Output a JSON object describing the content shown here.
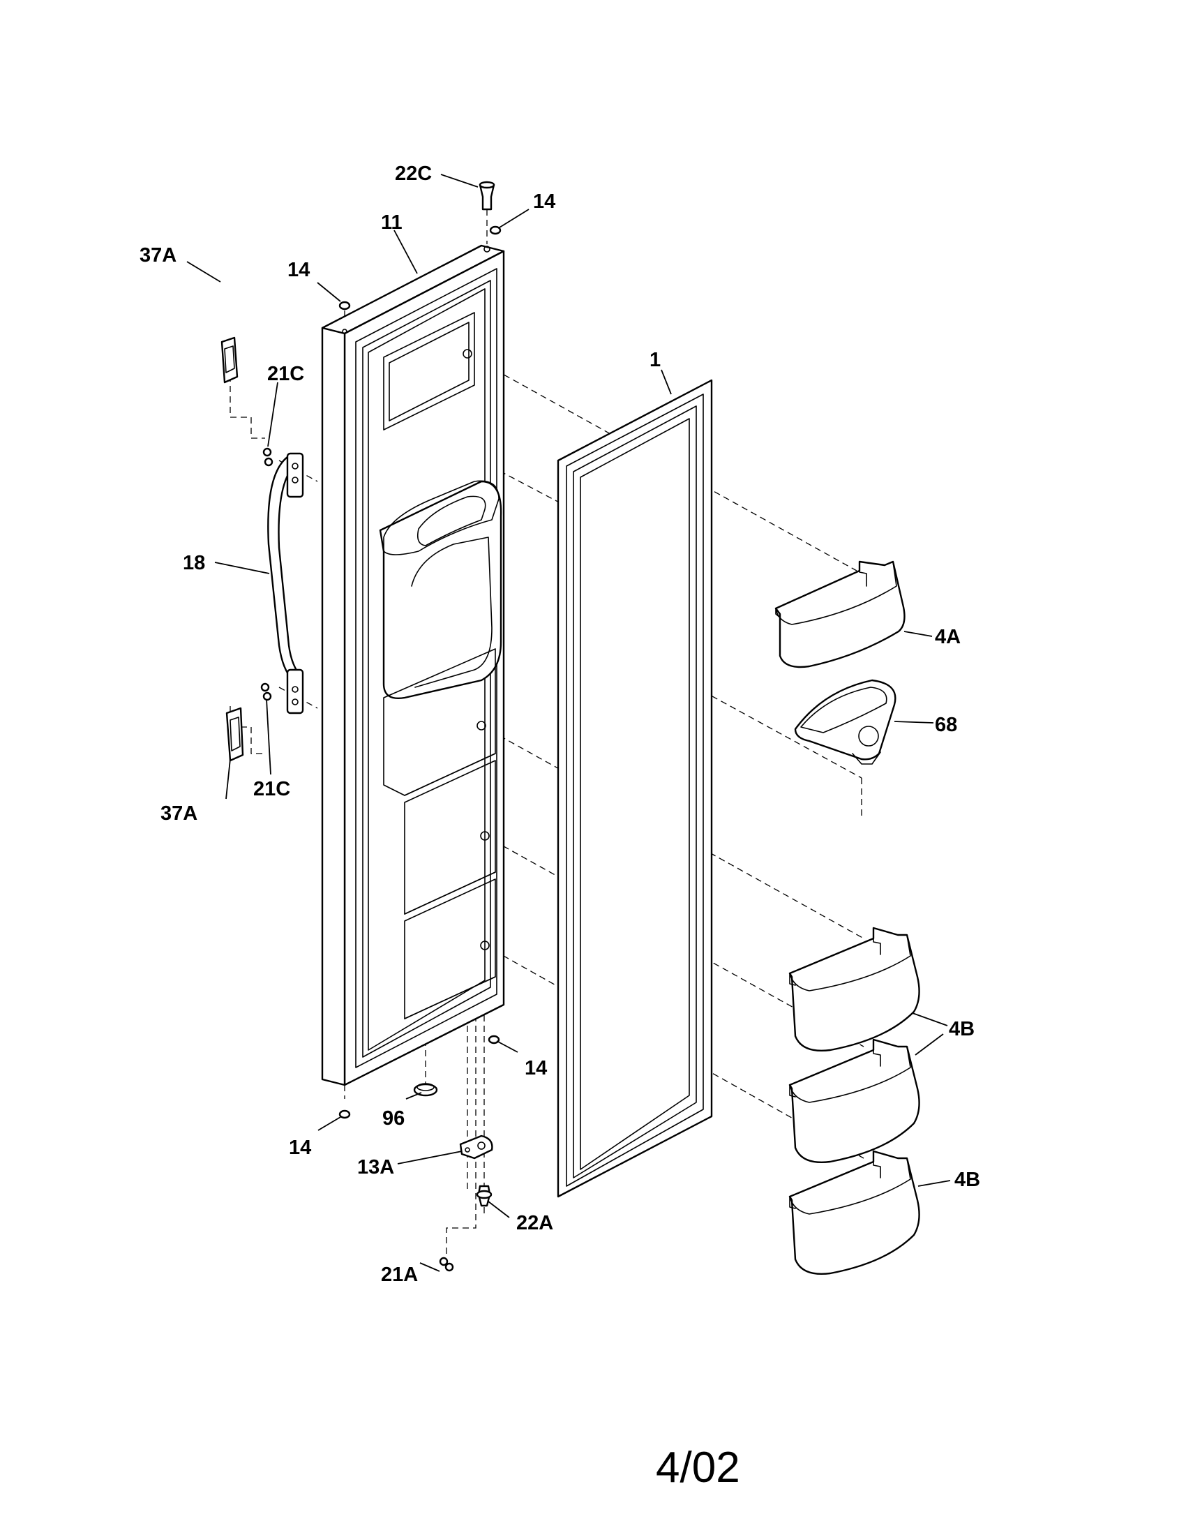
{
  "labels": {
    "door_liner": "1",
    "door_assembly": "11",
    "handle": "18",
    "plug_top_right": "14",
    "plug_top_left": "14",
    "plug_bottom_right": "14",
    "plug_bottom_left": "14",
    "cap_top_left": "37A",
    "cap_bottom_left": "37A",
    "screw_upper": "21C",
    "screw_lower": "21C",
    "hinge_pin_top": "22C",
    "hinge_pin_bottom": "22A",
    "hinge_bracket": "13A",
    "hinge_screw": "21A",
    "stop": "96",
    "bin_upper": "4A",
    "bin_lower_pair": "4B",
    "bin_bottom": "4B",
    "dairy_cup": "68"
  },
  "footer": {
    "revision_date": "4/02"
  }
}
